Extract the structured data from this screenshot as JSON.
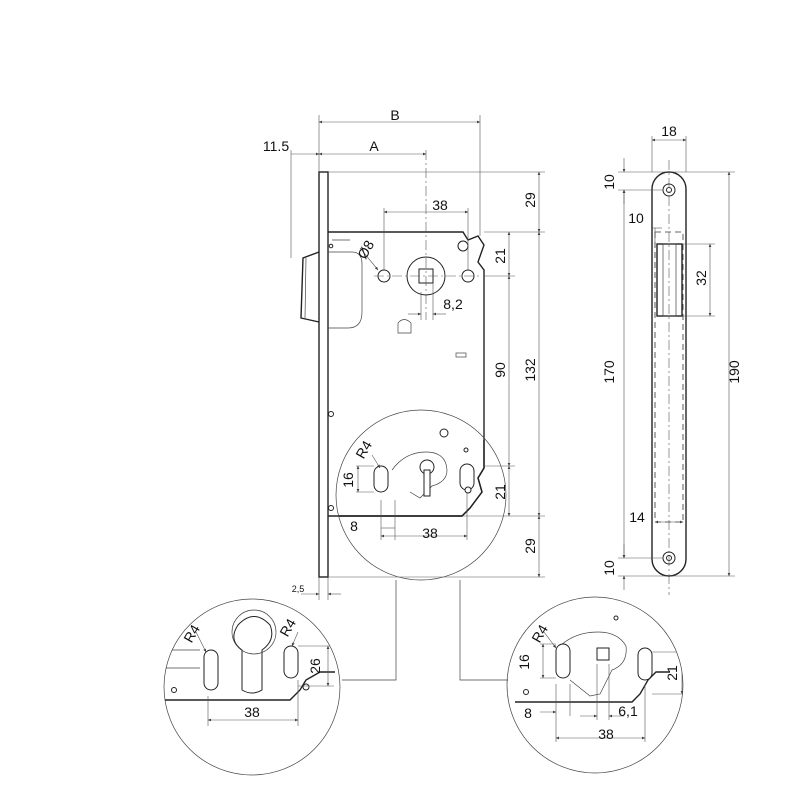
{
  "dimensions": {
    "B": "B",
    "A": "A",
    "d11_5": "11.5",
    "d38_top": "38",
    "d29_top": "29",
    "d21_top": "21",
    "d8_hole": "Ø8",
    "d8_2": "8,2",
    "d90": "90",
    "d132": "132",
    "dR4_main": "R4",
    "d16_main": "16",
    "d21_main": "21",
    "d8_main": "8",
    "d38_main": "38",
    "d29_bottom": "29",
    "d2_5": "2,5",
    "d18": "18",
    "d10_top": "10",
    "d10_inner": "10",
    "d32": "32",
    "d170": "170",
    "d190": "190",
    "d14": "14",
    "d10_bottom": "10",
    "dR4_left_a": "R4",
    "dR4_left_b": "R4",
    "d26_left": "26",
    "d38_left": "38",
    "dR4_right": "R4",
    "d16_right": "16",
    "d21_right": "21",
    "d8_right": "8",
    "d6_1_right": "6,1",
    "d38_right": "38"
  }
}
